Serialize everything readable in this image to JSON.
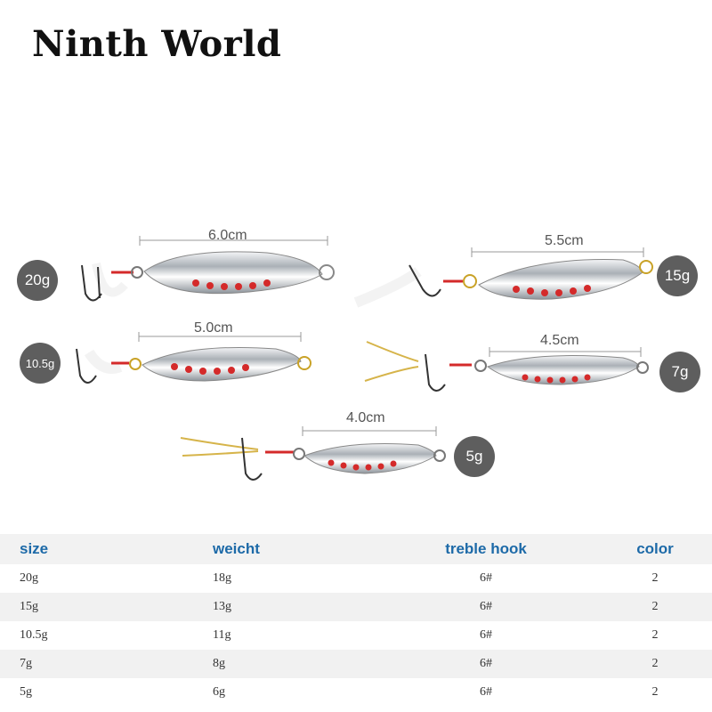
{
  "brand": "Ninth World",
  "lures": [
    {
      "weight": "20g",
      "length": "6.0cm"
    },
    {
      "weight": "15g",
      "length": "5.5cm"
    },
    {
      "weight": "10.5g",
      "length": "5.0cm"
    },
    {
      "weight": "7g",
      "length": "4.5cm"
    },
    {
      "weight": "5g",
      "length": "4.0cm"
    }
  ],
  "colors": {
    "badge": "#5e5e5e",
    "header_text": "#1d6aa8",
    "spot_red": "#d42a2a",
    "metal": "#c8ccd0"
  },
  "table": {
    "headers": [
      "size",
      "weicht",
      "treble hook",
      "color"
    ],
    "rows": [
      [
        "20g",
        "18g",
        "6#",
        "2"
      ],
      [
        "15g",
        "13g",
        "6#",
        "2"
      ],
      [
        "10.5g",
        "11g",
        "6#",
        "2"
      ],
      [
        "7g",
        "8g",
        "6#",
        "2"
      ],
      [
        "5g",
        "6g",
        "6#",
        "2"
      ]
    ]
  }
}
